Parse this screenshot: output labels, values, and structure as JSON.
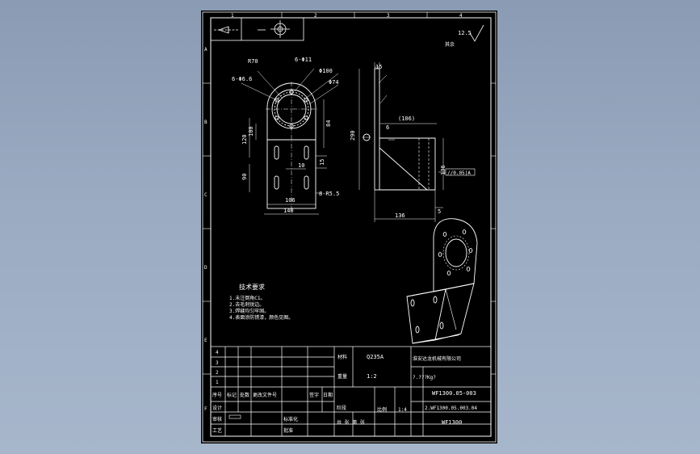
{
  "viewport": {
    "bg_top": "#8a9bb3",
    "bg_bottom": "#a7b6cb"
  },
  "sheet": {
    "bg": "#000000",
    "line": "#ffffff",
    "accent": "#ff2a2a"
  },
  "border_numbers": {
    "top": [
      "1",
      "2",
      "3",
      "4"
    ],
    "left": [
      "A",
      "B",
      "C",
      "D",
      "E",
      "F"
    ]
  },
  "roughness": {
    "value": "12.5",
    "label": "其余"
  },
  "dims": {
    "r70": "R70",
    "holes_6_11": "6-Φ11",
    "holes_6_66": "6-Φ6.6",
    "d100": "Φ100",
    "d74": "Φ74",
    "d120": "120",
    "d100v": "100",
    "d90": "90",
    "d84": "84",
    "d15a": "15",
    "d10": "10",
    "d106": "106",
    "d140": "140",
    "slot": "8-R5.5",
    "t15": "15",
    "t290": "290",
    "t6": "6",
    "t106p": "(106)",
    "t136": "136",
    "t5": "5",
    "t136b": "136",
    "frame_tol": "//0.05|A"
  },
  "notes": {
    "title": "技术要求",
    "lines": [
      "1.未注倒角C1。",
      "2.去毛刺锐边。",
      "3.焊缝均匀牢固。",
      "4.表面涂防锈漆，颜色见图。"
    ]
  },
  "title_block": {
    "row_nums": [
      "4",
      "3",
      "2",
      "1"
    ],
    "material_label": "材料",
    "material": "Q235A",
    "company": "淮安达龙机械有限公司",
    "ratio_label": "重量",
    "ratio_val": "1:2",
    "weight": "?.???Kg?",
    "drawing_no": "WF1300.05-003",
    "drawing_no2": "2.WF1300.05.003.04",
    "product": "WF1300",
    "scale_label": "比例",
    "scale": "1:4",
    "header_cells": [
      "序号",
      "标记",
      "处数",
      "更改文件号",
      "签字",
      "日期"
    ],
    "roles": [
      "设计",
      "审核",
      "工艺"
    ],
    "roles2": [
      "标准化",
      "批准"
    ],
    "sheet_cells": [
      "共 张 第 张",
      "阶段"
    ]
  }
}
